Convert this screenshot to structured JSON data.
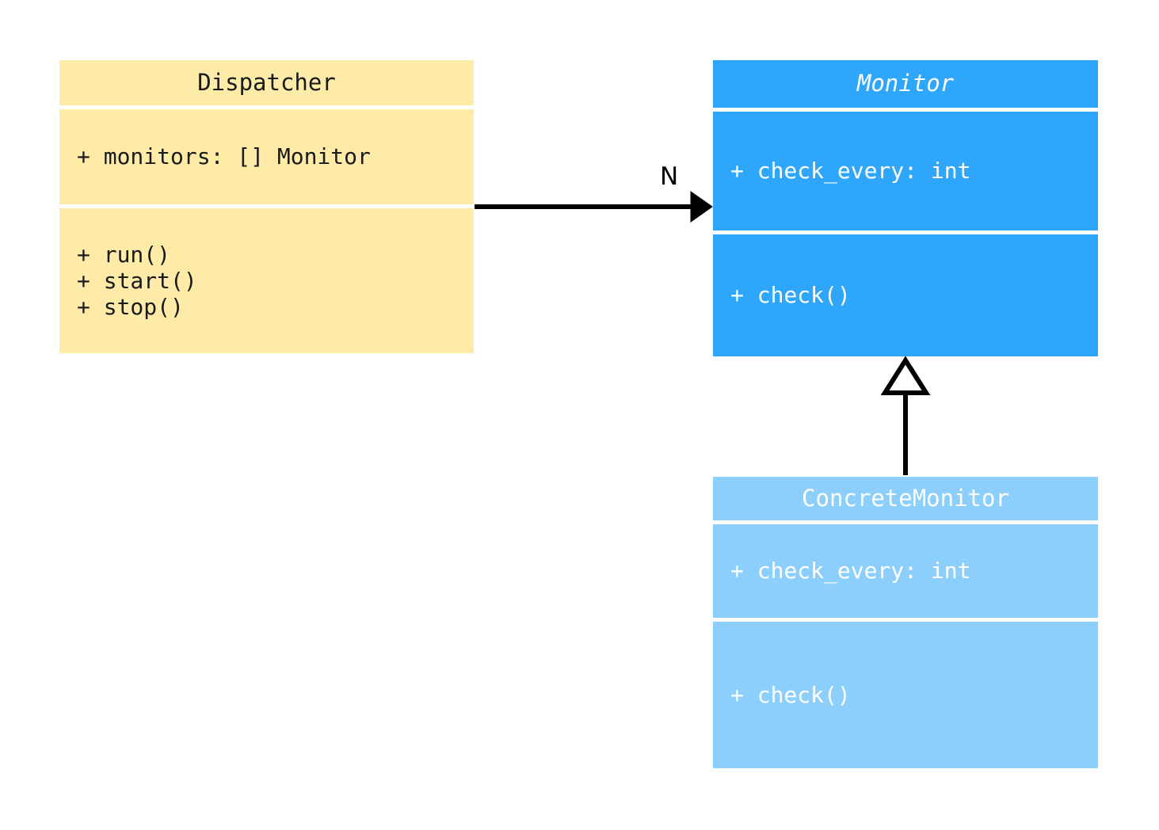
{
  "diagram": {
    "type": "uml-class-diagram",
    "title": "",
    "background_color": "#ffffff"
  },
  "classes": [
    {
      "id": "dispatcher",
      "name": "Dispatcher",
      "abstract": false,
      "fill_color": "#ffeba8",
      "text_color": "#1a1a1a",
      "attributes": [
        "+ monitors: [] Monitor"
      ],
      "methods": [
        "+ run()",
        "+ start()",
        "+ stop()"
      ]
    },
    {
      "id": "monitor",
      "name": "Monitor",
      "abstract": true,
      "fill_color": "#2ea6fc",
      "text_color": "#ffffff",
      "attributes": [
        "+ check_every: int"
      ],
      "methods": [
        "+ check()"
      ]
    },
    {
      "id": "concretemonitor",
      "name": "ConcreteMonitor",
      "abstract": false,
      "fill_color": "#8ccffc",
      "text_color": "#ffffff",
      "attributes": [
        "+ check_every: int"
      ],
      "methods": [
        "+ check()"
      ]
    }
  ],
  "relationships": [
    {
      "id": "dispatcher-to-monitor",
      "kind": "association",
      "from": "Dispatcher",
      "to": "Monitor",
      "arrowhead": "filled-triangle",
      "line": "solid",
      "label": "N",
      "label_role": "multiplicity"
    },
    {
      "id": "concretemonitor-to-monitor",
      "kind": "generalization",
      "from": "ConcreteMonitor",
      "to": "Monitor",
      "arrowhead": "hollow-triangle",
      "line": "solid",
      "label": ""
    }
  ]
}
